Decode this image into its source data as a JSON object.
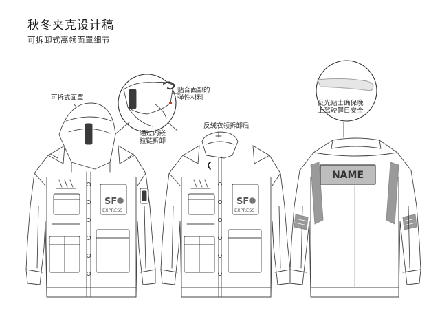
{
  "header": {
    "title": "秋冬夹克设计稿",
    "subtitle": "可拆卸式高领面罩细节"
  },
  "callouts": {
    "detachable_mask": "可拆式面罩",
    "fit_material": [
      "贴合面部的",
      "弹性材料"
    ],
    "zip_detach": [
      "通过内嵌",
      "拉链拆卸"
    ],
    "fleece_collar": "反绒衣领拆卸后",
    "reflective_strip": [
      "反光贴士确保晚",
      "上驾驶醒目安全"
    ]
  },
  "chest_patch": {
    "logo_text": "SF",
    "company": "EXPRESS"
  },
  "back_patch": {
    "name_text": "NAME"
  },
  "colors": {
    "line": "#444444",
    "reflective": "#9a9a9a",
    "name_panel": "#bdbdbd",
    "mask_band": "#3a3a3a",
    "accent_dot": "#c0392b"
  }
}
